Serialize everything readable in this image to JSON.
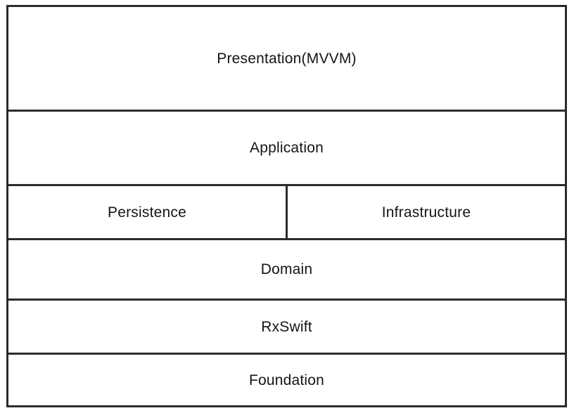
{
  "diagram": {
    "description": "Layered iOS app architecture diagram",
    "colors": {
      "border": "#2b2b2b",
      "text": "#141414",
      "background": "#ffffff"
    },
    "rows": [
      {
        "cells": [
          {
            "label": "Presentation(MVVM)"
          }
        ]
      },
      {
        "cells": [
          {
            "label": "Application"
          }
        ]
      },
      {
        "cells": [
          {
            "label": "Persistence"
          },
          {
            "label": "Infrastructure"
          }
        ]
      },
      {
        "cells": [
          {
            "label": "Domain"
          }
        ]
      },
      {
        "cells": [
          {
            "label": "RxSwift"
          }
        ]
      },
      {
        "cells": [
          {
            "label": "Foundation"
          }
        ]
      }
    ]
  }
}
